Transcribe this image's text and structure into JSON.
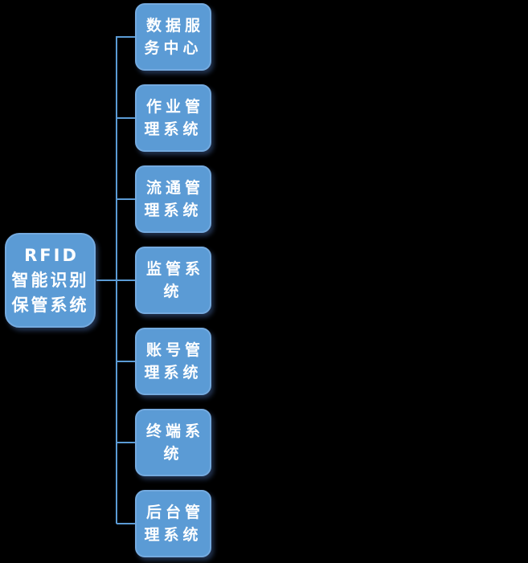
{
  "diagram": {
    "type": "hierarchy",
    "colors": {
      "background": "#000000",
      "node_fill": "#5b9bd5",
      "node_border": "#74aadf",
      "connector": "#5b9bd5",
      "text": "#ffffff"
    },
    "root": {
      "label": "RFID\n智能识别\n保管系统"
    },
    "children": [
      {
        "label": "数据服\n务中心"
      },
      {
        "label": "作业管\n理系统"
      },
      {
        "label": "流通管\n理系统"
      },
      {
        "label": "监管系\n统"
      },
      {
        "label": "账号管\n理系统"
      },
      {
        "label": "终端系\n统"
      },
      {
        "label": "后台管\n理系统"
      }
    ]
  }
}
